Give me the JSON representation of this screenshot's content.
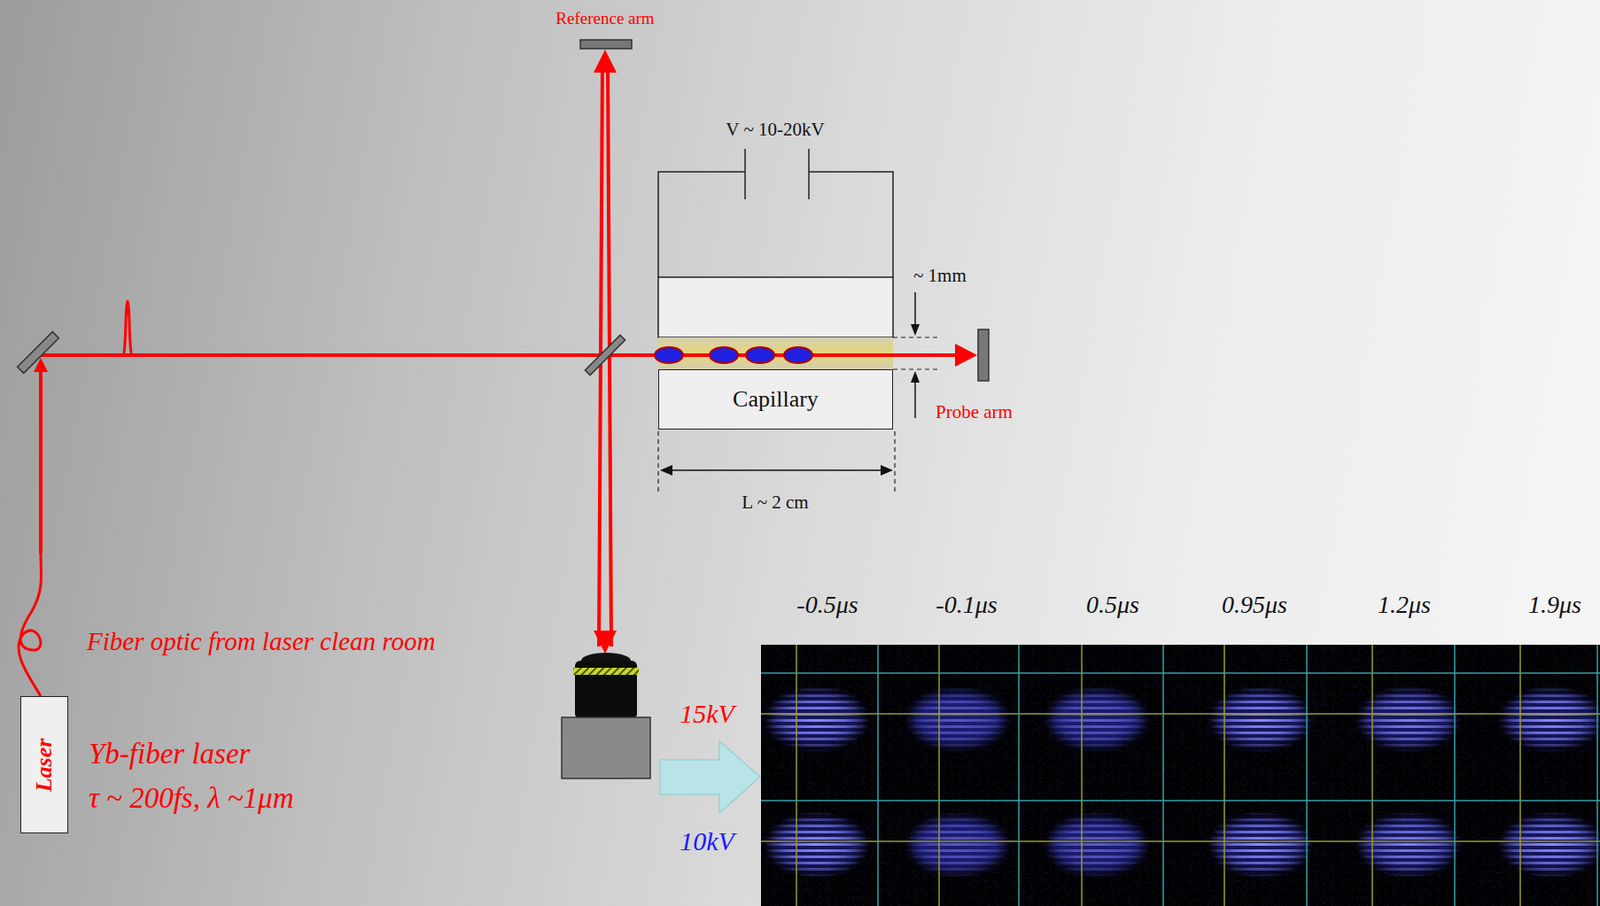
{
  "diagram": {
    "nodes": [
      {
        "text": [
          "Capillary"
        ]
      },
      {
        "text": [
          "Laser"
        ]
      }
    ],
    "labels": [
      "Reference arm",
      "V ~ 10-20kV",
      "~ 1mm",
      "Probe arm",
      "L ~ 2 cm",
      "-0.5μs",
      "-0.1μs",
      "0.5μs",
      "0.95μs",
      "1.2μs",
      "1.9μs",
      "15kV",
      "10kV",
      "Fiber optic from laser clean room",
      "Yb-fiber laser",
      "τ ~ 200fs, λ ~1μm"
    ]
  }
}
